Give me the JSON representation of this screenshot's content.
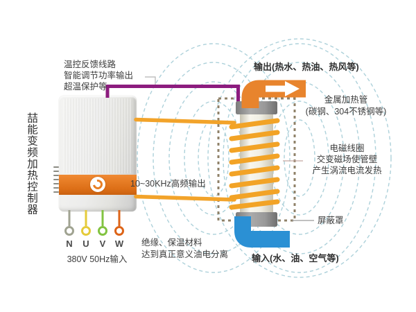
{
  "diagram": {
    "feedback_lines": [
      "温控反馈线路",
      "智能调节功率输出",
      "超温保护等"
    ],
    "controller_title": "喆能变频加热控制器",
    "output_label": "输出(热水、热油、热风等)",
    "metal_tube_line1": "金属加热管",
    "metal_tube_line2": "(碳钢、304不锈钢等)",
    "coil_line1": "电磁线圈",
    "coil_line2": "交变磁场使管壁",
    "coil_line3": "产生涡流电流发热",
    "shield_label": "屏蔽罩",
    "hf_label": "10~30KHz高频输出",
    "insulation_line1": "绝缘、保温材料",
    "insulation_line2": "达到真正意义油电分离",
    "input_label": "输入(水、油、空气等)",
    "terminals": [
      "N",
      "U",
      "V",
      "W"
    ],
    "power_label": "380V 50Hz输入"
  },
  "colors": {
    "coil_orange": "#f2a326",
    "wire_orange": "#f2a32a",
    "pipe_orange": "#e8842d",
    "pipe_blue": "#2b90d4",
    "feedback_purple": "#8c1c7e",
    "field_line_teal": "#9fc9d4",
    "shield_dash_brown": "#8f8168",
    "stripe_orange": "#e87a1f",
    "terminal_n_gray": "#a0a391",
    "terminal_u_yellow": "#e5cb3a",
    "terminal_v_green": "#82c341",
    "terminal_w_orange": "#dd6418"
  }
}
